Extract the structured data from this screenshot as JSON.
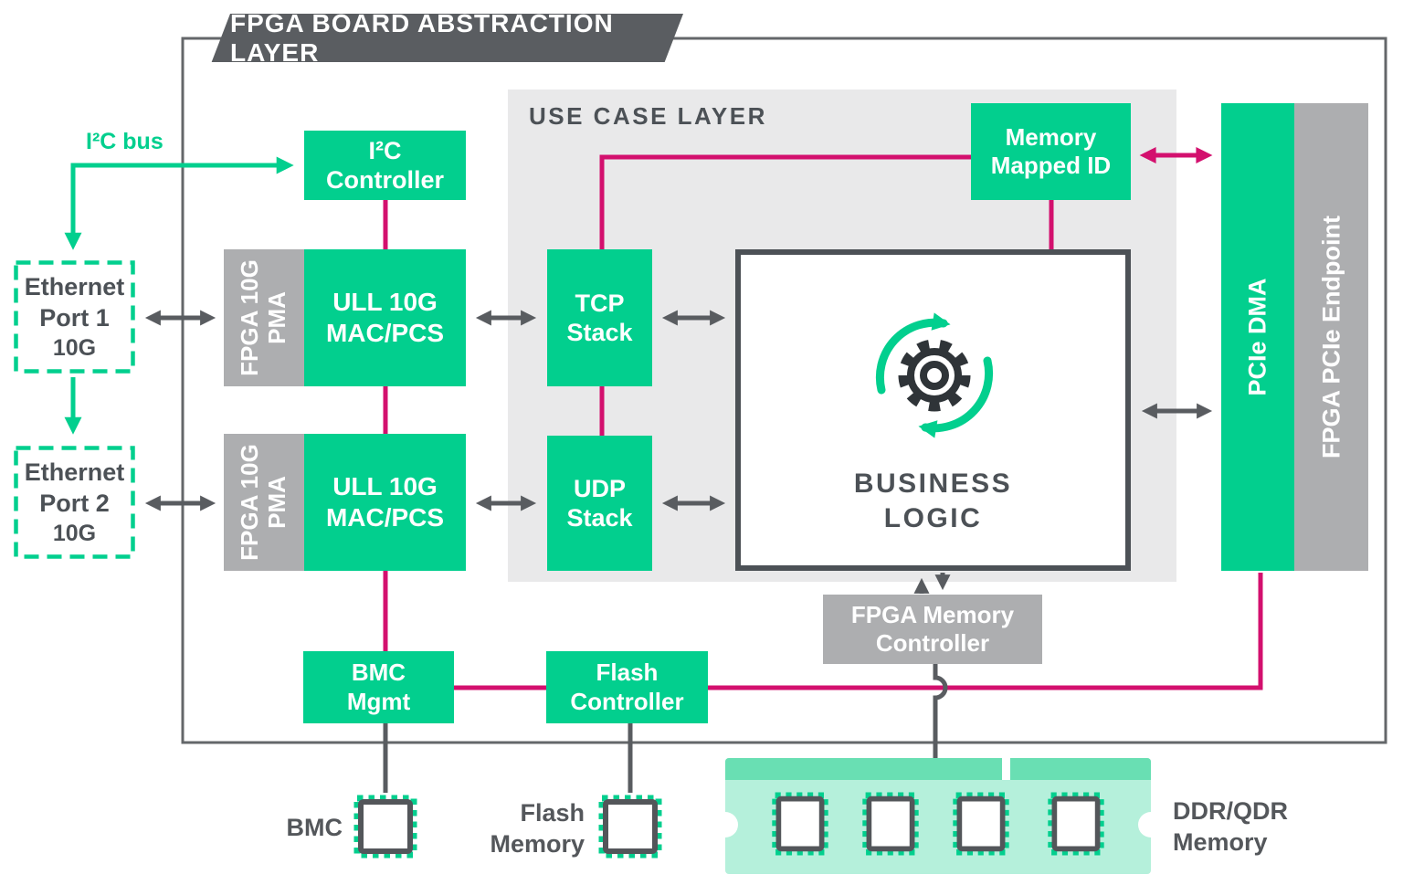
{
  "colors": {
    "green": "#02CF8E",
    "mint": "#B5F0DB",
    "mint_strip": "#69DFB3",
    "pink": "#D3106E",
    "panel": "#E9E9EA",
    "gray_box": "#ADAEB0",
    "banner_bg": "#5A5D61",
    "border": "#64676A",
    "line": "#595C60",
    "dark_text": "#4C5156",
    "label_gray": "#54575B",
    "chip_border": "#53565A",
    "gear_dark": "#2F3438"
  },
  "banner": {
    "title": "FPGA BOARD ABSTRACTION LAYER"
  },
  "use_case": {
    "label": "USE CASE LAYER"
  },
  "buses": {
    "i2c_label": "I²C bus"
  },
  "blocks": {
    "i2c_controller": "I²C\nController",
    "pma_1": "FPGA 10G\nPMA",
    "ull_mac_1": "ULL 10G\nMAC/PCS",
    "pma_2": "FPGA 10G\nPMA",
    "ull_mac_2": "ULL 10G\nMAC/PCS",
    "tcp_stack": "TCP\nStack",
    "udp_stack": "UDP\nStack",
    "memory_mapped_id": "Memory\nMapped ID",
    "business_logic": "BUSINESS\nLOGIC",
    "pcie_dma": "PCIe DMA",
    "pcie_endpoint": "FPGA PCIe Endpoint",
    "memory_controller": "FPGA Memory\nController",
    "bmc_mgmt": "BMC\nMgmt",
    "flash_controller": "Flash\nController"
  },
  "ports": {
    "eth1": {
      "name": "Ethernet\nPort 1",
      "speed": "10G"
    },
    "eth2": {
      "name": "Ethernet\nPort 2",
      "speed": "10G"
    }
  },
  "external": {
    "bmc_chip": "BMC",
    "flash_chip": "Flash\nMemory",
    "ddr_memory": "DDR/QDR\nMemory"
  }
}
